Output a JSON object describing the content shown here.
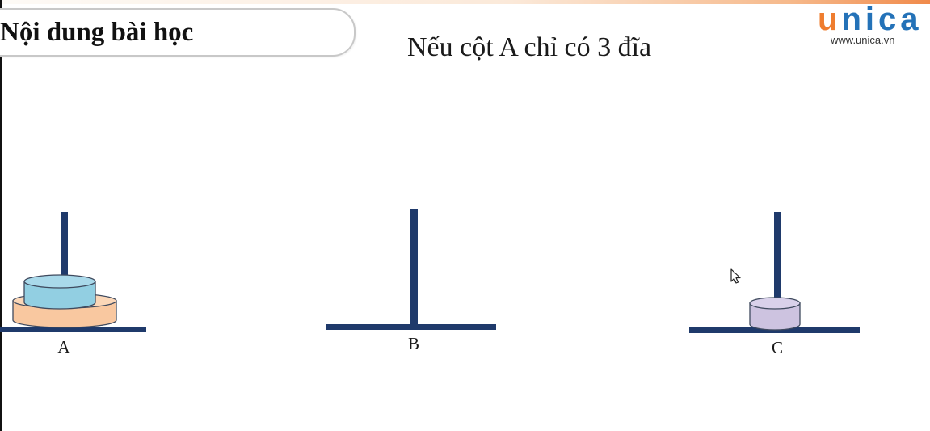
{
  "header": {
    "section_title": "Nội dung bài học",
    "slide_heading": "Nếu cột A chỉ có 3 đĩa"
  },
  "brand": {
    "logo_first_letter": "u",
    "logo_rest": "nica",
    "url": "www.unica.vn",
    "colors": {
      "orange": "#ef7d2f",
      "blue": "#2472b8"
    }
  },
  "pegs": [
    {
      "label": "A",
      "disks": [
        "large-orange",
        "medium-blue"
      ]
    },
    {
      "label": "B",
      "disks": []
    },
    {
      "label": "C",
      "disks": [
        "small-purple"
      ]
    }
  ],
  "colors": {
    "peg": "#1f3a6b",
    "disk_large": "#f9c8a0",
    "disk_medium": "#92cfe2",
    "disk_small": "#cdc3e0"
  }
}
